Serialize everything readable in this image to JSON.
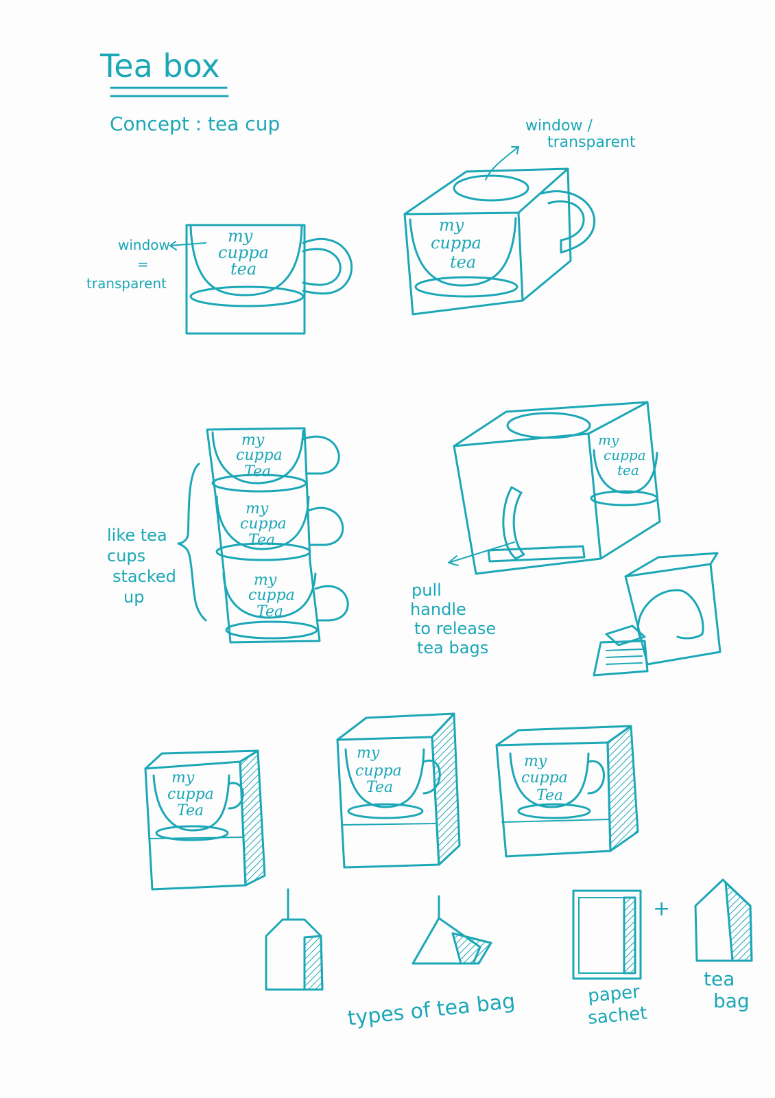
{
  "title": "Tea box",
  "concept": "Concept : tea cup",
  "brand": {
    "line1": "my",
    "line2": "cuppa",
    "line3": "tea",
    "line3_cap": "Tea"
  },
  "notes": {
    "window_top": [
      "window /",
      "transparent"
    ],
    "window_left": [
      "window",
      "=",
      "transparent"
    ],
    "stacked": [
      "like tea",
      "cups",
      "stacked",
      "up"
    ],
    "pull": [
      "pull",
      "handle",
      "to release",
      "tea bags"
    ],
    "types": "types of tea bag",
    "sachet": [
      "paper",
      "sachet"
    ],
    "teabag": [
      "tea",
      "bag"
    ],
    "plus": "+"
  },
  "colors": {
    "ink": "#1ba7b6",
    "paper": "#fdfdfd"
  }
}
